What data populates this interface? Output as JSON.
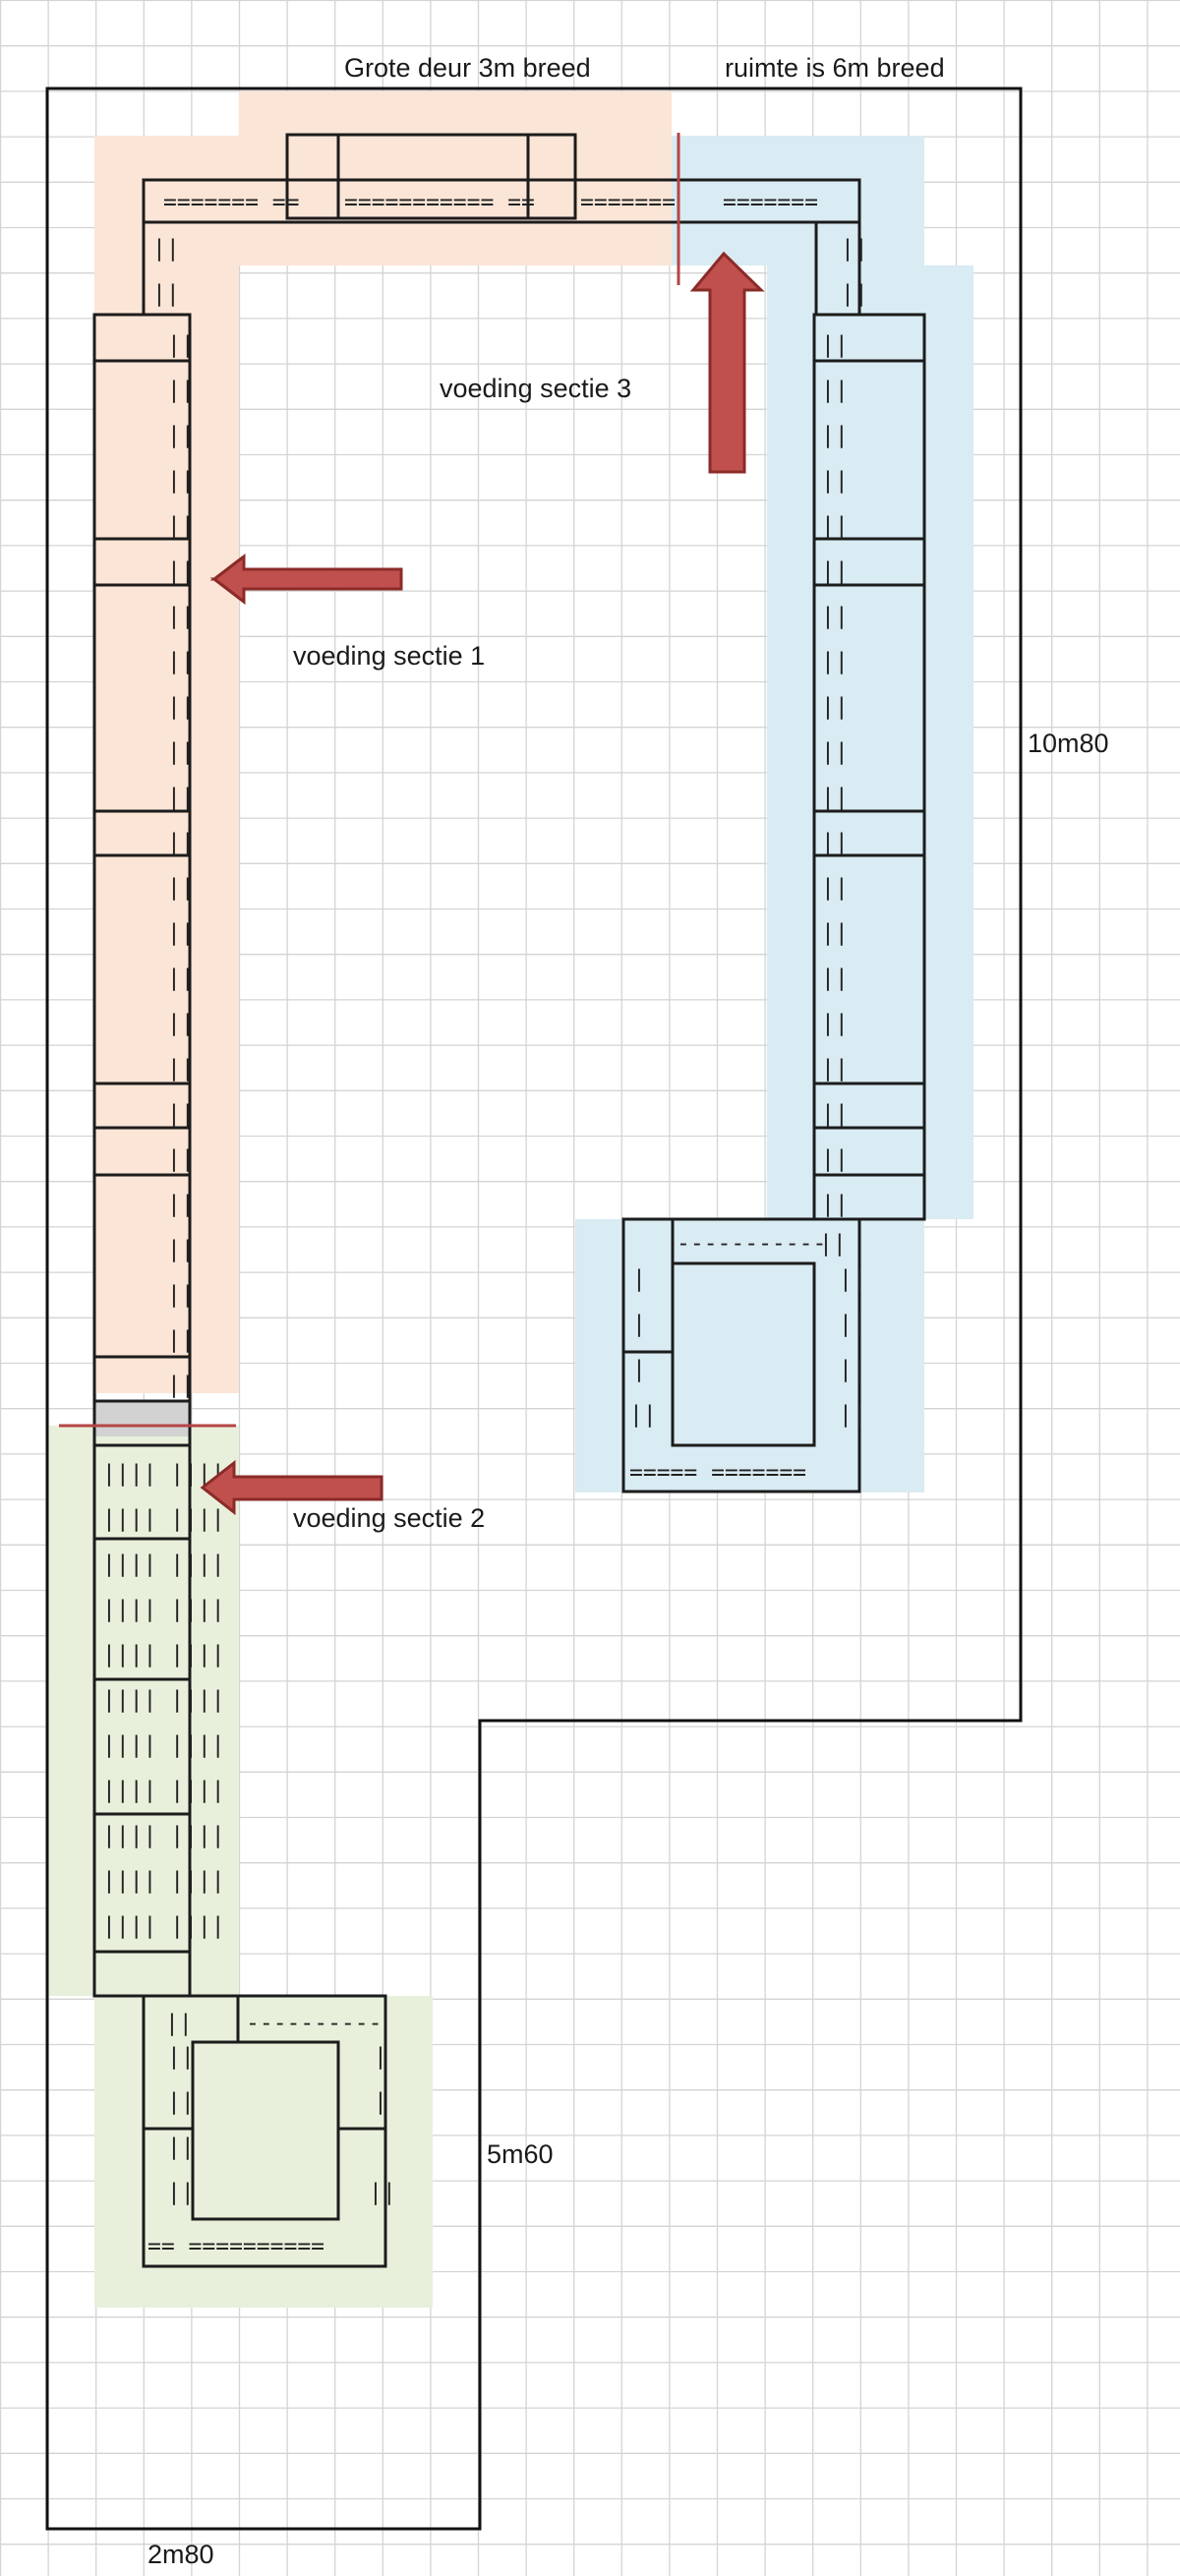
{
  "labels": {
    "door": "Grote deur 3m breed",
    "room_width": "ruimte is 6m breed",
    "length": "10m80",
    "small_length": "5m60",
    "small_width": "2m80",
    "feed1": "voeding sectie 1",
    "feed2": "voeding sectie 2",
    "feed3": "voeding sectie 3"
  },
  "colors": {
    "section1": "#fbe5d6",
    "section2": "#e8f0dc",
    "section3": "#d9ebf3",
    "arrow": "#c0504d",
    "arrow_edge": "#8b2b28",
    "divider": "#b54444",
    "grid": "#d4d4d4",
    "wall": "#111111",
    "track": "#1c1c1c"
  }
}
